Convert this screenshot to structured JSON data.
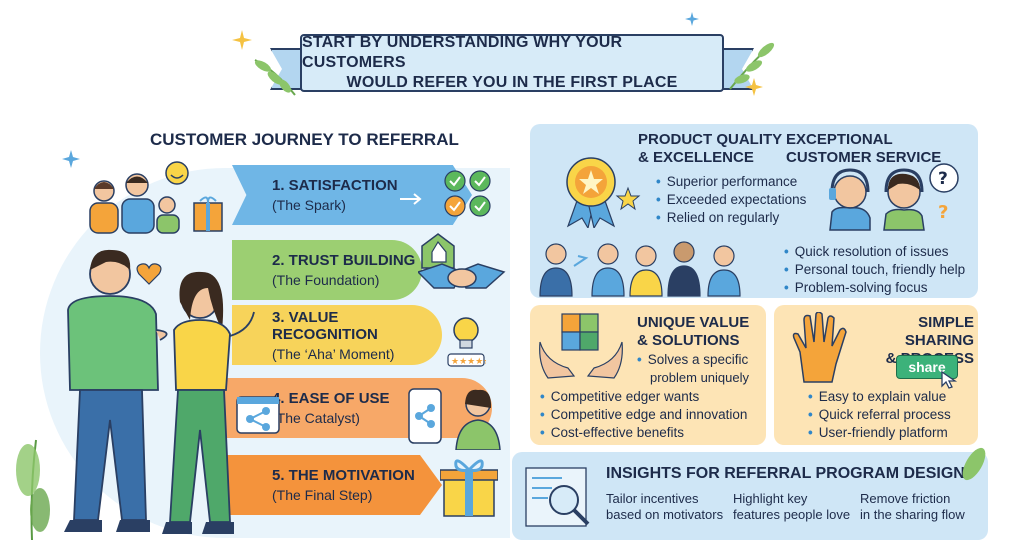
{
  "banner": {
    "line1": "START BY UNDERSTANDING WHY YOUR CUSTOMERS",
    "line2": "WOULD REFER YOU IN THE FIRST PLACE"
  },
  "journey": {
    "title": "CUSTOMER JOURNEY TO REFERRAL",
    "steps": [
      {
        "title": "1. SATISFACTION",
        "subtitle": "(The Spark)"
      },
      {
        "title": "2. TRUST BUILDING",
        "subtitle": "(The Foundation)"
      },
      {
        "title": "3. VALUE RECOGNITION",
        "subtitle": "(The ‘Aha’ Moment)"
      },
      {
        "title": "4. EASE OF USE",
        "subtitle": "(The Catalyst)"
      },
      {
        "title": "5. THE MOTIVATION",
        "subtitle": "(The Final Step)"
      }
    ]
  },
  "product_quality": {
    "title_line1": "PRODUCT QUALITY",
    "title_line2": "& EXCELLENCE",
    "bullets": [
      "Superior performance",
      "Exceeded expectations",
      "Relied on regularly"
    ]
  },
  "customer_service": {
    "title_line1": "EXCEPTIONAL",
    "title_line2": "CUSTOMER SERVICE",
    "bullets": [
      "Quick resolution of issues",
      "Personal touch, friendly help",
      "Problem-solving focus"
    ]
  },
  "unique_value": {
    "title_line1": "UNIQUE VALUE",
    "title_line2": "& SOLUTIONS",
    "bullets": [
      "Solves a specific",
      "Competitive edger wants",
      "Competitive edge and innovation",
      "Cost-effective benefits"
    ],
    "bullet1_cont": "problem uniquely"
  },
  "simple_sharing": {
    "title_line1": "SIMPLE SHARING",
    "title_line2": "& PROCESS",
    "button": "share",
    "bullets": [
      "Easy to explain value",
      "Quick referral process",
      "User-friendly platform"
    ]
  },
  "insights": {
    "title": "INSIGHTS FOR REFERRAL PROGRAM DESIGN",
    "cols": [
      {
        "line1": "Tailor incentives",
        "line2": "based on motivators"
      },
      {
        "line1": "Highlight key",
        "line2": "features people love"
      },
      {
        "line1": "Remove friction",
        "line2": "in the sharing flow"
      }
    ]
  },
  "icons": [
    "sparkle-icon",
    "leaf-icon",
    "check-circle-icon",
    "gift-icon",
    "heart-icon",
    "handshake-icon",
    "lightbulb-icon",
    "share-icon",
    "phone-icon",
    "medal-icon",
    "headset-icon",
    "question-icon",
    "puzzle-icon",
    "hand-icon",
    "cursor-icon",
    "magnifier-icon",
    "people-icon"
  ],
  "colors": {
    "blue": "#6fb6e6",
    "green": "#9ccf72",
    "yellow": "#f7d35a",
    "orange": "#f4933c",
    "navy": "#1d2b4a",
    "panel": "#cfe6f6",
    "cream": "#fde4b5"
  }
}
